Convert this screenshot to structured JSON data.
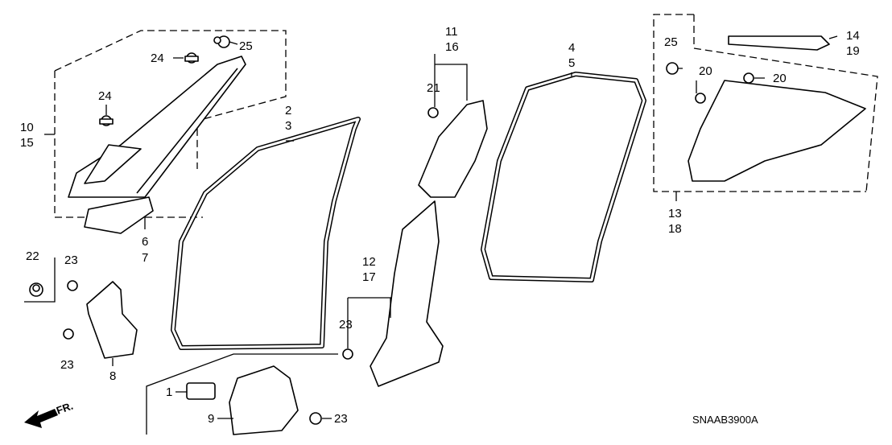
{
  "diagram": {
    "code": "SNAAB3900A",
    "direction_label": "FR.",
    "labels": {
      "p10": "10",
      "p15": "15",
      "p24a": "24",
      "p24b": "24",
      "p25a": "25",
      "p2": "2",
      "p3": "3",
      "p11": "11",
      "p16": "16",
      "p21": "21",
      "p4": "4",
      "p5": "5",
      "p25b": "25",
      "p20a": "20",
      "p20b": "20",
      "p14": "14",
      "p19": "19",
      "p13": "13",
      "p18": "18",
      "p6": "6",
      "p7": "7",
      "p22": "22",
      "p23a": "23",
      "p23b": "23",
      "p8": "8",
      "p12": "12",
      "p17": "17",
      "p23c": "23",
      "p1": "1",
      "p9": "9",
      "p23d": "23"
    }
  }
}
